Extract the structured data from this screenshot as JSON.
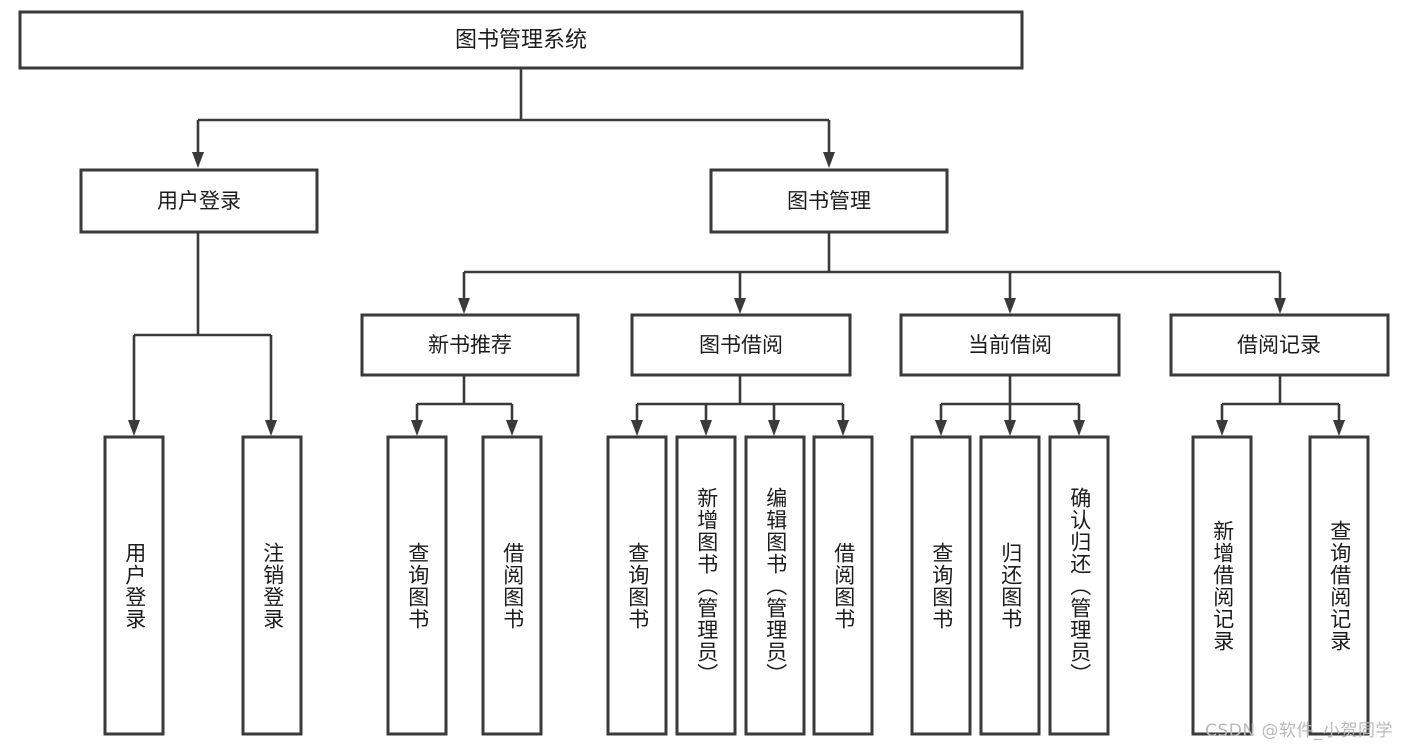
{
  "diagram": {
    "type": "tree-hierarchy",
    "title": "图书管理系统",
    "watermark": "CSDN @软件_小贺同学",
    "colors": {
      "stroke": "#3a3a3a",
      "fill": "#ffffff",
      "text": "#1c1c1c",
      "watermark": "#b9b9b9",
      "background": "#ffffff"
    },
    "root": {
      "label": "图书管理系统"
    },
    "level2": [
      {
        "label": "用户登录"
      },
      {
        "label": "图书管理"
      }
    ],
    "level3": [
      {
        "label": "新书推荐"
      },
      {
        "label": "图书借阅"
      },
      {
        "label": "当前借阅"
      },
      {
        "label": "借阅记录"
      }
    ],
    "leaves": {
      "user_login": [
        {
          "label": "用户登录"
        },
        {
          "label": "注销登录"
        }
      ],
      "new_book_recommend": [
        {
          "label": "查询图书"
        },
        {
          "label": "借阅图书"
        }
      ],
      "book_borrow": [
        {
          "label": "查询图书"
        },
        {
          "label": "新增图书（管理员）"
        },
        {
          "label": "编辑图书（管理员）"
        },
        {
          "label": "借阅图书"
        }
      ],
      "current_borrow": [
        {
          "label": "查询图书"
        },
        {
          "label": "归还图书"
        },
        {
          "label": "确认归还（管理员）"
        }
      ],
      "borrow_record": [
        {
          "label": "新增借阅记录"
        },
        {
          "label": "查询借阅记录"
        }
      ]
    }
  }
}
